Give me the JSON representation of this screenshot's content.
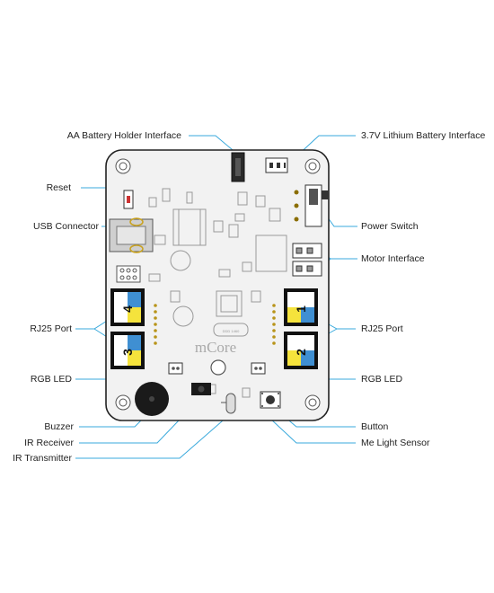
{
  "board": {
    "logo": "mCore",
    "port_numbers": [
      "1",
      "2",
      "3",
      "4"
    ],
    "chip_text": "DDD 1460"
  },
  "labels": {
    "aa_battery": "AA Battery Holder Interface",
    "lithium_battery": "3.7V Lithium Battery Interface",
    "reset": "Reset",
    "usb": "USB Connector",
    "power_switch": "Power Switch",
    "motor": "Motor Interface",
    "rj25_left": "RJ25 Port",
    "rj25_right": "RJ25 Port",
    "rgb_left": "RGB LED",
    "rgb_right": "RGB LED",
    "buzzer": "Buzzer",
    "button": "Button",
    "ir_receiver": "IR Receiver",
    "light_sensor": "Me Light Sensor",
    "ir_transmitter": "IR Transmitter"
  },
  "colors": {
    "leader": "#39a9dc",
    "port_yellow": "#f5e33c",
    "port_blue": "#3f8fd2",
    "board_fill": "#f2f2f2",
    "outline": "#222222"
  }
}
